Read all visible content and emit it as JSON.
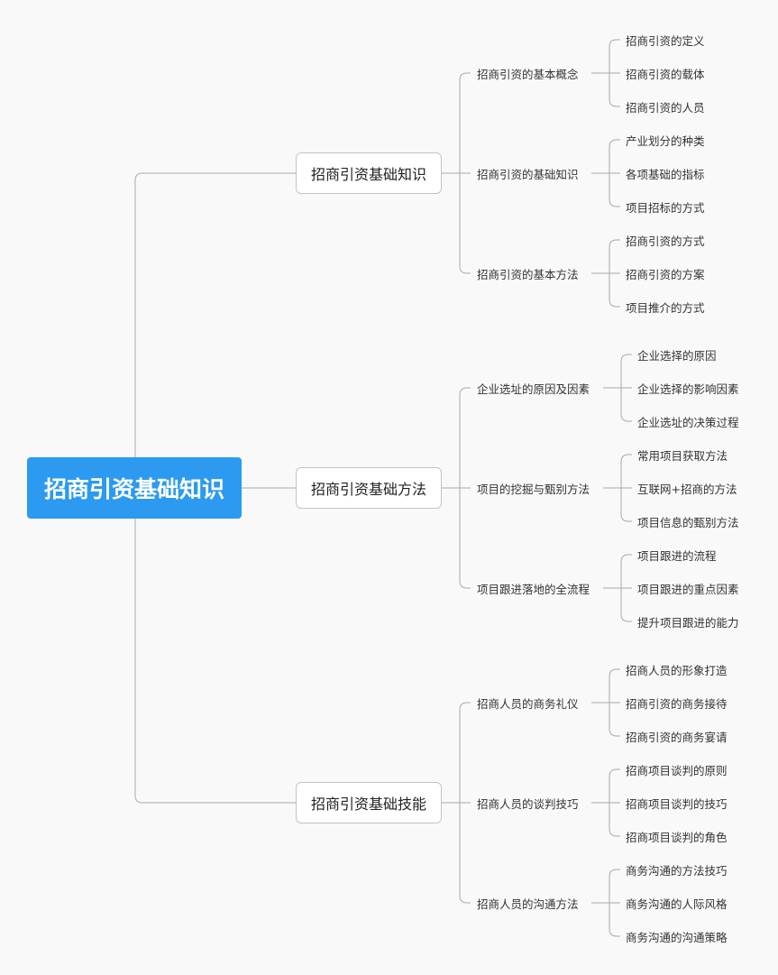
{
  "root": {
    "label": "招商引资基础知识",
    "color": "#2c9af0"
  },
  "branches": [
    {
      "label": "招商引资基础知识",
      "subs": [
        {
          "label": "招商引资的基本概念",
          "leaves": [
            "招商引资的定义",
            "招商引资的载体",
            "招商引资的人员"
          ]
        },
        {
          "label": "招商引资的基础知识",
          "leaves": [
            "产业划分的种类",
            "各项基础的指标",
            "项目招标的方式"
          ]
        },
        {
          "label": "招商引资的基本方法",
          "leaves": [
            "招商引资的方式",
            "招商引资的方案",
            "项目推介的方式"
          ]
        }
      ]
    },
    {
      "label": "招商引资基础方法",
      "subs": [
        {
          "label": "企业选址的原因及因素",
          "leaves": [
            "企业选择的原因",
            "企业选择的影响因素",
            "企业选址的决策过程"
          ]
        },
        {
          "label": "项目的挖掘与甄别方法",
          "leaves": [
            "常用项目获取方法",
            "互联网+招商的方法",
            "项目信息的甄别方法"
          ]
        },
        {
          "label": "项目跟进落地的全流程",
          "leaves": [
            "项目跟进的流程",
            "项目跟进的重点因素",
            "提升项目跟进的能力"
          ]
        }
      ]
    },
    {
      "label": "招商引资基础技能",
      "subs": [
        {
          "label": "招商人员的商务礼仪",
          "leaves": [
            "招商人员的形象打造",
            "招商引资的商务接待",
            "招商引资的商务宴请"
          ]
        },
        {
          "label": "招商人员的谈判技巧",
          "leaves": [
            "招商项目谈判的原则",
            "招商项目谈判的技巧",
            "招商项目谈判的角色"
          ]
        },
        {
          "label": "招商人员的沟通方法",
          "leaves": [
            "商务沟通的方法技巧",
            "商务沟通的人际风格",
            "商务沟通的沟通策略"
          ]
        }
      ]
    }
  ]
}
